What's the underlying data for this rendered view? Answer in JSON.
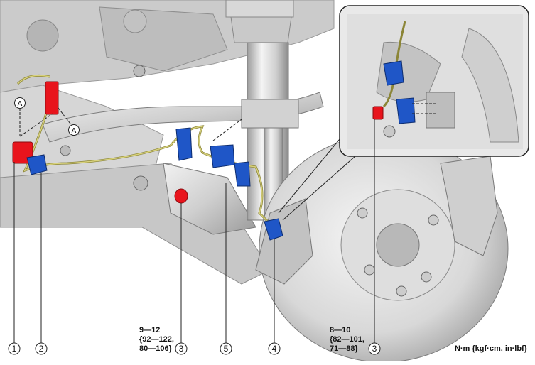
{
  "callouts": {
    "c1": "1",
    "c2": "2",
    "c3a": "3",
    "c5": "5",
    "c4": "4",
    "c3b": "3",
    "detailA1": "A",
    "detailA2": "A"
  },
  "torque_left": {
    "line1": "9—12",
    "line2": "{92—122,",
    "line3": "80—106}"
  },
  "torque_right": {
    "line1": "8—10",
    "line2": "{82—101,",
    "line3": "71—88}"
  },
  "unit_label": "N·m {kgf·cm, in·lbf}",
  "colors": {
    "connector_red": "#e8141c",
    "clip_blue": "#1f56c7",
    "harness_yellow": "#c8c27a",
    "metal_light": "#e4e4e4",
    "metal_dark": "#8e8e8e"
  }
}
